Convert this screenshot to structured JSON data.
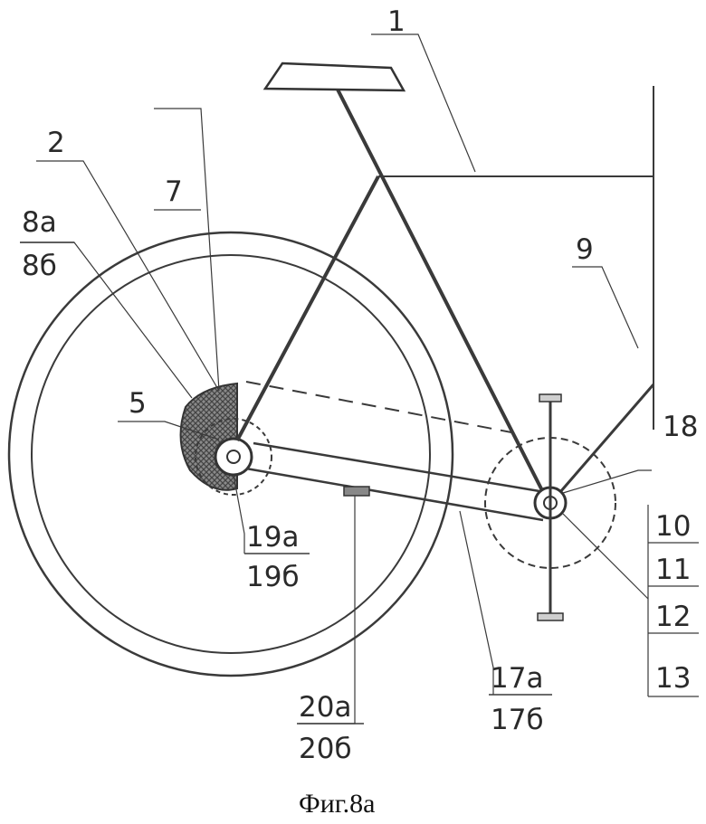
{
  "caption": "Фиг.8а",
  "labels": {
    "l1": "1",
    "l2": "2",
    "l7": "7",
    "l8a": "8а",
    "l8b": "8б",
    "l5": "5",
    "l9": "9",
    "l18": "18",
    "l10": "10",
    "l11": "11",
    "l12": "12",
    "l13": "13",
    "l19a": "19а",
    "l19b": "19б",
    "l17a": "17а",
    "l17b": "17б",
    "l20a": "20а",
    "l20b": "20б"
  }
}
